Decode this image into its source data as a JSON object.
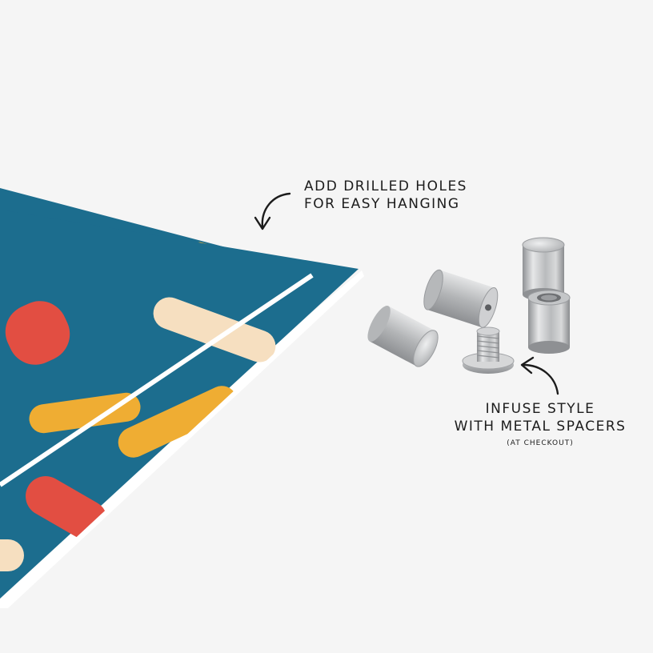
{
  "colors": {
    "background": "#f5f5f5",
    "panel_teal": "#1c6d8e",
    "panel_edge": "#ffffff",
    "shape_cream": "#f6dfc0",
    "shape_yellow": "#efad33",
    "shape_red": "#e24e42",
    "metal_light": "#d9dadb",
    "metal_dark": "#9a9c9f",
    "ink": "#1c1c1c"
  },
  "annotations": {
    "holes": {
      "line1": "Add drilled holes",
      "line2": "for easy hanging",
      "arrow": "curved-arrow-icon"
    },
    "spacers": {
      "line1": "Infuse style",
      "line2": "with metal spacers",
      "note": "(at checkout)",
      "arrow": "curved-arrow-icon"
    }
  }
}
